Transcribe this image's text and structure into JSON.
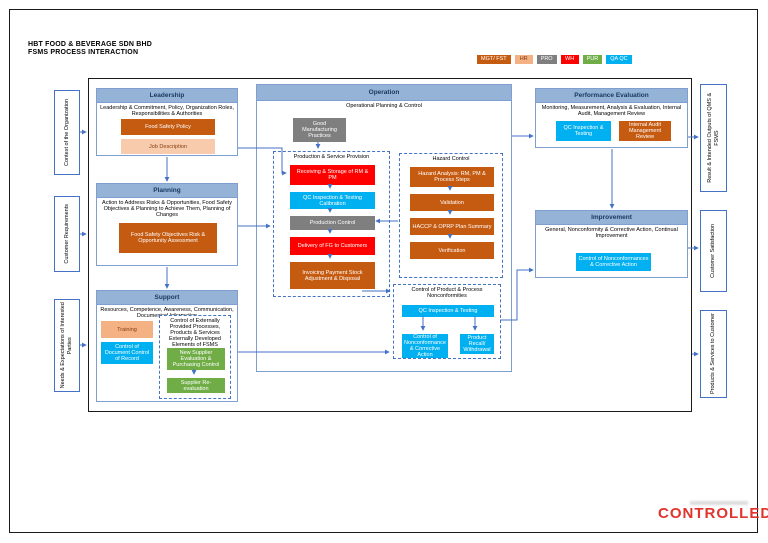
{
  "page": {
    "title_line1": "HBT FOOD & BEVERAGE SDN BHD",
    "title_line2": "FSMS PROCESS INTERACTION",
    "stamp": "CONTROLLED"
  },
  "legend": {
    "items": [
      {
        "label": "MGT/ FST",
        "bg": "#C55A11",
        "fg": "#FFFFFF"
      },
      {
        "label": "HR",
        "bg": "#F4B183",
        "fg": "#843C0C"
      },
      {
        "label": "PRO",
        "bg": "#7F7F7F",
        "fg": "#FFFFFF"
      },
      {
        "label": "WH",
        "bg": "#FF0000",
        "fg": "#FFFFFF"
      },
      {
        "label": "PUR",
        "bg": "#70AD47",
        "fg": "#FFFFFF"
      },
      {
        "label": "QA QC",
        "bg": "#00B0F0",
        "fg": "#FFFFFF"
      }
    ]
  },
  "left_inputs": {
    "items": [
      {
        "label": "Context of the Organization"
      },
      {
        "label": "Customer Requirements"
      },
      {
        "label": "Needs & Expectations of Interested Parties"
      }
    ]
  },
  "right_outputs": {
    "items": [
      {
        "label": "Result & Intended Outputs of QMS & FSMS"
      },
      {
        "label": "Customer Satisfaction"
      },
      {
        "label": "Products & Services to Customer"
      }
    ]
  },
  "leadership": {
    "header": "Leadership",
    "subtitle": "Leadership & Commitment, Policy, Organization Roles, Responsibilities & Authorities",
    "items": [
      {
        "label": "Food Safety Policy",
        "bg": "#C55A11",
        "fg": "#FFFFFF"
      },
      {
        "label": "Job Description",
        "bg": "#F8CBAD",
        "fg": "#843C0C"
      }
    ]
  },
  "planning": {
    "header": "Planning",
    "subtitle": "Action to Address Risks & Opportunities, Food Safety Objectives & Planning to Achieve Them, Planning of Changes",
    "items": [
      {
        "label": "Food Safety Objectives Risk & Opportunity Assessment",
        "bg": "#C55A11",
        "fg": "#FFFFFF"
      }
    ]
  },
  "support": {
    "header": "Support",
    "subtitle": "Resources, Competence, Awareness, Communication, Documented Information",
    "items": [
      {
        "label": "Training",
        "bg": "#F4B183",
        "fg": "#843C0C"
      },
      {
        "label": "Control of Document Control of Record",
        "bg": "#00B0F0",
        "fg": "#FFFFFF"
      }
    ],
    "external_box": {
      "title_line1": "Control of Externally Provided Processes, Products & Services",
      "title_line2": "Externally Developed Elements of FSMS",
      "items": [
        {
          "label": "New Supplier Evaluation & Purchasing Control",
          "bg": "#70AD47",
          "fg": "#FFFFFF"
        },
        {
          "label": "Supplier Re-evaluation",
          "bg": "#70AD47",
          "fg": "#FFFFFF"
        }
      ]
    }
  },
  "operation": {
    "header": "Operation",
    "subtitle": "Operational Planning & Control",
    "gmp": {
      "label": "Good Manufacturing Practices",
      "bg": "#7F7F7F",
      "fg": "#FFFFFF"
    },
    "production": {
      "title": "Production & Service Provision",
      "items": [
        {
          "label": "Receiving & Storage of RM & PM",
          "bg": "#FF0000",
          "fg": "#FFFFFF"
        },
        {
          "label": "QC Inspection & Testing Calibration",
          "bg": "#00B0F0",
          "fg": "#FFFFFF"
        },
        {
          "label": "Production Control",
          "bg": "#7F7F7F",
          "fg": "#FFFFFF"
        },
        {
          "label": "Delivery of FG to Customers",
          "bg": "#FF0000",
          "fg": "#FFFFFF"
        },
        {
          "label": "Invoicing Payment Stock Adjustment & Disposal",
          "bg": "#C55A11",
          "fg": "#FFFFFF"
        }
      ]
    },
    "hazard": {
      "title": "Hazard Control",
      "items": [
        {
          "label": "Hazard Analysis: RM, PM & Process Steps",
          "bg": "#C55A11",
          "fg": "#FFFFFF"
        },
        {
          "label": "Validation",
          "bg": "#C55A11",
          "fg": "#FFFFFF"
        },
        {
          "label": "HACCP & OPRP Plan Summary",
          "bg": "#C55A11",
          "fg": "#FFFFFF"
        },
        {
          "label": "Verification",
          "bg": "#C55A11",
          "fg": "#FFFFFF"
        }
      ]
    },
    "nonconformities": {
      "title": "Control of Product & Process Nonconformities",
      "items": [
        {
          "label": "QC Inspection & Testing",
          "bg": "#00B0F0",
          "fg": "#FFFFFF"
        },
        {
          "label": "Control of Nonconformance & Corrective Action",
          "bg": "#00B0F0",
          "fg": "#FFFFFF"
        },
        {
          "label": "Product Recall/ Withdrawal",
          "bg": "#00B0F0",
          "fg": "#FFFFFF"
        }
      ]
    }
  },
  "performance_evaluation": {
    "header": "Performance Evaluation",
    "subtitle": "Monitoring, Measurement, Analysis & Evaluation, Internal Audit, Management Review",
    "items": [
      {
        "label": "QC Inspection & Testing",
        "bg": "#00B0F0",
        "fg": "#FFFFFF"
      },
      {
        "label": "Internal Audit Management Review",
        "bg": "#C55A11",
        "fg": "#FFFFFF"
      }
    ]
  },
  "improvement": {
    "header": "Improvement",
    "subtitle": "General, Nonconformity & Corrective Action, Continual Improvement",
    "items": [
      {
        "label": "Control of Nonconformances & Corrective Action",
        "bg": "#00B0F0",
        "fg": "#FFFFFF"
      }
    ]
  }
}
